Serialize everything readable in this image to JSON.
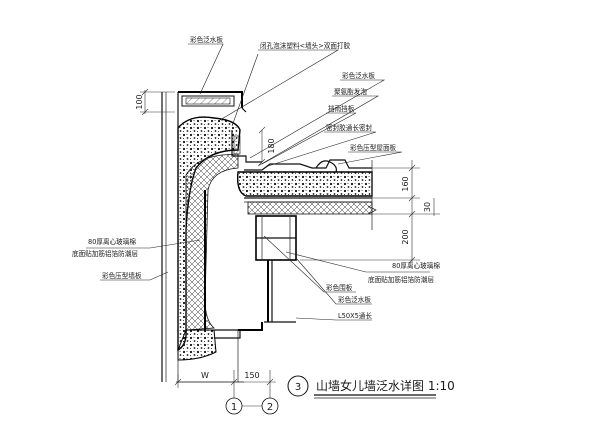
{
  "title": "山墙女儿墙泛水详图 1:10",
  "detail_number": "3",
  "axes": [
    "1",
    "2"
  ],
  "labels": {
    "top_flashing": "彩色泛水板",
    "glass_wool_top": "闭孔泡沫塑料<墙头>双面打胶",
    "right_flashing": "彩色泛水板",
    "polystyrene": "聚氨酯发泡",
    "gutter_plate": "挡雨挡板",
    "rivet_strip": "密封胶通长密封",
    "roof_panel": "彩色压型屋面板",
    "left_insulation_1": "80厚离心玻璃棉",
    "left_insulation_2": "底面贴加筋铝箔防潮层",
    "left_wall_panel": "彩色压型墙板",
    "right_insulation_1": "80厚离心玻璃棉",
    "right_insulation_2": "底面贴加筋铝箔防潮层",
    "color_enclosure": "彩色围板",
    "inner_flashing": "彩色泛水板",
    "angle_steel": "L50X5通长"
  },
  "dimensions": {
    "d100": "100",
    "d180": "180",
    "d160": "160",
    "d30": "30",
    "d200": "200",
    "d150": "150",
    "dW": "W"
  }
}
